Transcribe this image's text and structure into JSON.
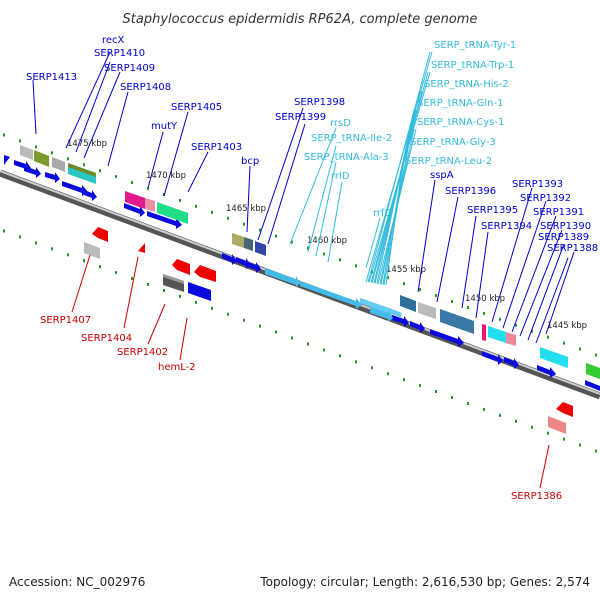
{
  "title": "Staphylococcus epidermidis RP62A, complete genome",
  "accession": "Accession: NC_002976",
  "topology": "Topology: circular; Length: 2,616,530 bp; Genes: 2,574",
  "colors": {
    "forward_label": "#0000cc",
    "trna_label": "#33bbdd",
    "reverse_label": "#cc0000",
    "backbone": "#888888",
    "tick": "#229922"
  },
  "position_ticks": [
    "1475 kbp",
    "1470 kbp",
    "1465 kbp",
    "1460 kbp",
    "1455 kbp",
    "1450 kbp",
    "1445 kbp"
  ],
  "forward_genes": [
    "recX",
    "SERP1410",
    "SERP1409",
    "SERP1413",
    "SERP1408",
    "mutY",
    "SERP1405",
    "SERP1403",
    "bcp",
    "SERP1398",
    "SERP1399",
    "SERP1396",
    "sspA",
    "SERP1395",
    "SERP1394",
    "SERP1393",
    "SERP1392",
    "SERP1391",
    "SERP1390",
    "SERP1389",
    "SERP1388"
  ],
  "trna_genes": [
    "SERP_tRNA-Tyr-1",
    "SERP_tRNA-Trp-1",
    "SERP_tRNA-His-2",
    "SERP_tRNA-Gln-1",
    "SERP_tRNA-Cys-1",
    "SERP_tRNA-Gly-3",
    "SERP_tRNA-Leu-2",
    "rrsD",
    "SERP_tRNA-Ile-2",
    "SERP_tRNA-Ala-3",
    "rrlD",
    "rrfD"
  ],
  "reverse_genes": [
    "SERP1407",
    "SERP1404",
    "SERP1402",
    "hemL-2",
    "SERP1386"
  ]
}
